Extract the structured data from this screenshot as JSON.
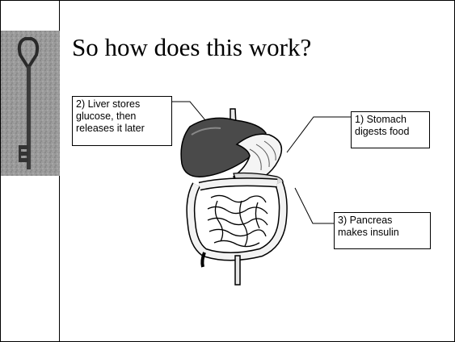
{
  "slide": {
    "title": "So how does this work?",
    "callouts": [
      {
        "text": "2) Liver stores\nglucose, then\nreleases it later"
      },
      {
        "text": "1) Stomach\ndigests food"
      },
      {
        "text": "3) Pancreas\nmakes insulin"
      }
    ]
  }
}
